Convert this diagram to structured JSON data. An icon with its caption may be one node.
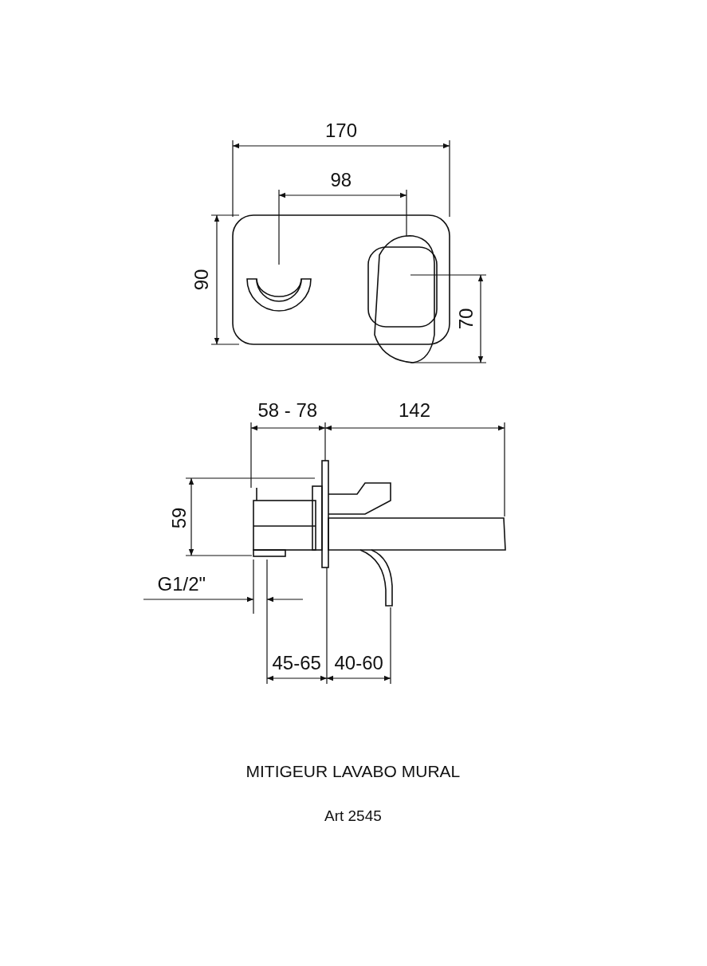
{
  "diagram": {
    "title": "MITIGEUR LAVABO MURAL",
    "caption": "Art 2545",
    "labels": [
      "170",
      "98",
      "90",
      "70",
      "58 - 78",
      "142",
      "59",
      "G1/2\"",
      "45-65",
      "40-60"
    ]
  }
}
